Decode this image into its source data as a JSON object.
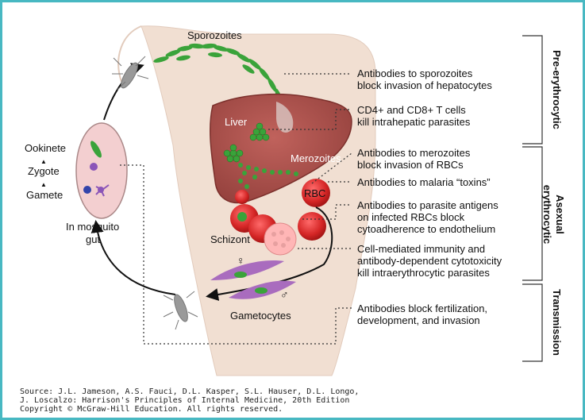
{
  "labels": {
    "sporozoites": "Sporozoites",
    "liver": "Liver",
    "merozoites": "Merozoites",
    "rbc": "RBC",
    "schizont": "Schizont",
    "gametocytes": "Gametocytes",
    "female_symbol": "♀",
    "male_symbol": "♂",
    "ookinete": "Ookinete",
    "zygote": "Zygote",
    "gamete": "Gamete",
    "arrow_up": "▲",
    "mosquito_gut_1": "In mosquito",
    "mosquito_gut_2": "gut"
  },
  "annotations": [
    [
      "Antibodies to sporozoites",
      "block invasion of hepatocytes"
    ],
    [
      "CD4+ and CD8+ T cells",
      "kill intrahepatic parasites"
    ],
    [
      "Antibodies to merozoites",
      "block invasion of RBCs"
    ],
    [
      "Antibodies to malaria “toxins”"
    ],
    [
      "Antibodies to parasite antigens",
      "on infected RBCs block",
      "cytoadherence to endothelium"
    ],
    [
      "Cell-mediated immunity and",
      "antibody-dependent cytotoxicity",
      "kill intraerythrocytic parasites"
    ],
    [
      "Antibodies block fertilization,",
      "development, and invasion"
    ]
  ],
  "stages": {
    "pre": "Pre-erythrocytic",
    "asexual_1": "Asexual",
    "asexual_2": "erythrocytic",
    "transmission": "Transmission"
  },
  "source": [
    "Source: J.L. Jameson, A.S. Fauci, D.L. Kasper, S.L. Hauser, D.L. Longo,",
    "J. Loscalzo: Harrison's Principles of Internal Medicine, 20th Edition",
    "Copyright © McGraw-Hill Education. All rights reserved."
  ],
  "colors": {
    "frame": "#48b8c2",
    "skin": "#f1dfd2",
    "liver": "#a54b47",
    "parasite": "#3aa33a",
    "rbc": "#d42525",
    "gametocyte": "#a96cbe"
  }
}
